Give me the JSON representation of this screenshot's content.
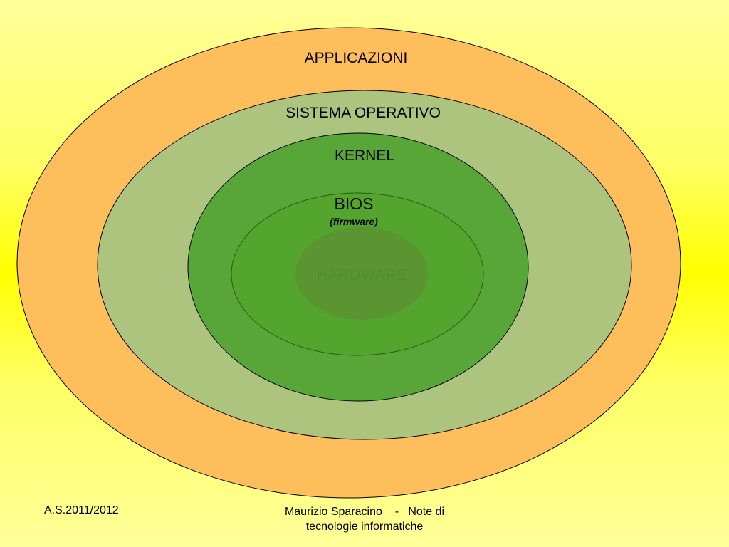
{
  "colors": {
    "background_edge": "#ffff99",
    "background_mid": "#ffff00",
    "applicazioni_fill": "#ffbe5c",
    "sistema_fill": "#adc47f",
    "kernel_fill": "#57a637",
    "bios_fill": "#53a52d",
    "hardware_fill": "#5a9531",
    "hardware_text": "#4f8f2c",
    "stroke": "#000000"
  },
  "layers": [
    {
      "id": "applicazioni",
      "label": "APPLICAZIONI"
    },
    {
      "id": "sistema",
      "label": "SISTEMA OPERATIVO"
    },
    {
      "id": "kernel",
      "label": "KERNEL"
    },
    {
      "id": "bios",
      "label": "BIOS",
      "sublabel": "(firmware)"
    },
    {
      "id": "hardware",
      "label": "HARDWARE"
    }
  ],
  "footer": {
    "left": "A.S.2011/2012",
    "center_line1": "Maurizio Sparacino    -   Note di",
    "center_line2": "tecnologie informatiche"
  }
}
